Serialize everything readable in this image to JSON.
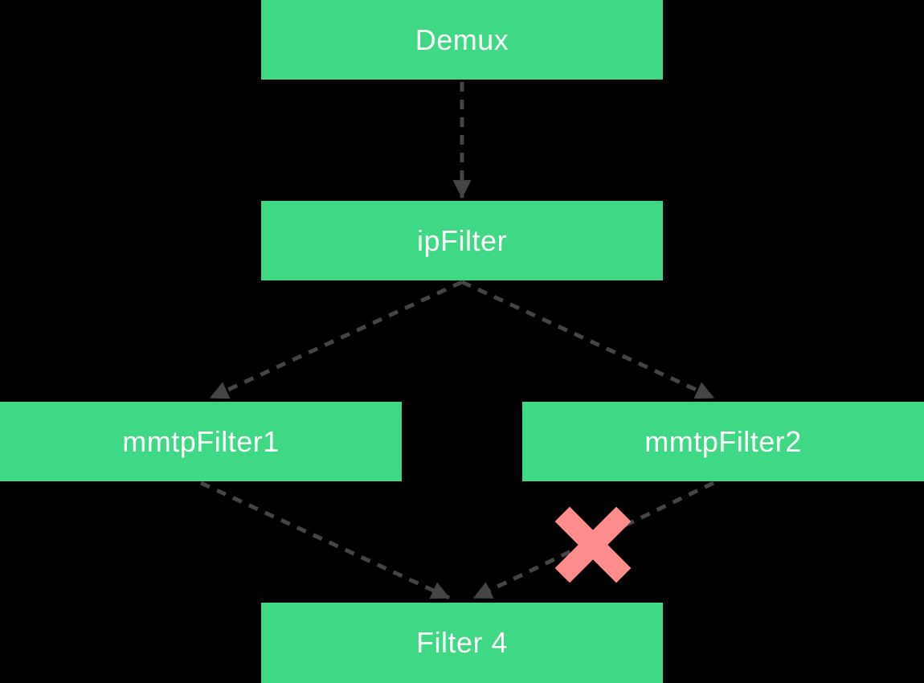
{
  "diagram": {
    "nodes": [
      {
        "id": "demux",
        "label": "Demux"
      },
      {
        "id": "ipfilter",
        "label": "ipFilter"
      },
      {
        "id": "mmtpfilter1",
        "label": "mmtpFilter1"
      },
      {
        "id": "mmtpfilter2",
        "label": "mmtpFilter2"
      },
      {
        "id": "filter4",
        "label": "Filter 4"
      }
    ],
    "edges": [
      {
        "from": "Demux",
        "to": "ipFilter",
        "style": "dashed-arrow",
        "blocked": false
      },
      {
        "from": "ipFilter",
        "to": "mmtpFilter1",
        "style": "dashed-arrow",
        "blocked": false
      },
      {
        "from": "ipFilter",
        "to": "mmtpFilter2",
        "style": "dashed-arrow",
        "blocked": false
      },
      {
        "from": "mmtpFilter1",
        "to": "Filter 4",
        "style": "dashed-arrow",
        "blocked": false
      },
      {
        "from": "mmtpFilter2",
        "to": "Filter 4",
        "style": "dashed-arrow",
        "blocked": true
      }
    ]
  },
  "colors": {
    "background": "#000000",
    "node_fill": "#3fd884",
    "node_text": "#ffffff",
    "edge": "#454545",
    "blocked_x": "#ff8d8d"
  }
}
